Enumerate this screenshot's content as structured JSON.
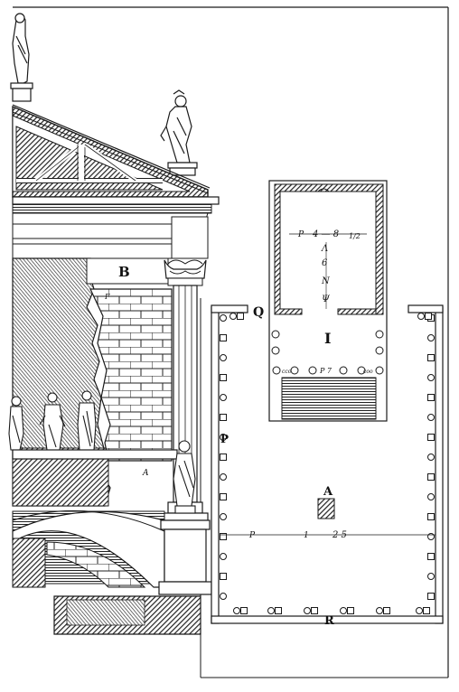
{
  "labels": {
    "b": "B",
    "a": "A",
    "i": "I",
    "p_side": "P",
    "q": "Q",
    "r": "R"
  },
  "dims": {
    "horiz_left": "P",
    "horiz_mid": "1",
    "horiz_right": "2 5",
    "cella_p": "P",
    "cella_top": "4 — 8",
    "cella_frac": "1/2",
    "col_p7": "P 7",
    "col_left": "cco",
    "col_right": "coo",
    "vert": [
      "Λ",
      "6",
      "Ν",
      "Ψ"
    ],
    "pier_note": "F",
    "block_note": "A"
  },
  "colors": {
    "ink": "#1a1a1a",
    "paper": "#ffffff",
    "hatch": "#3a3a3a"
  }
}
